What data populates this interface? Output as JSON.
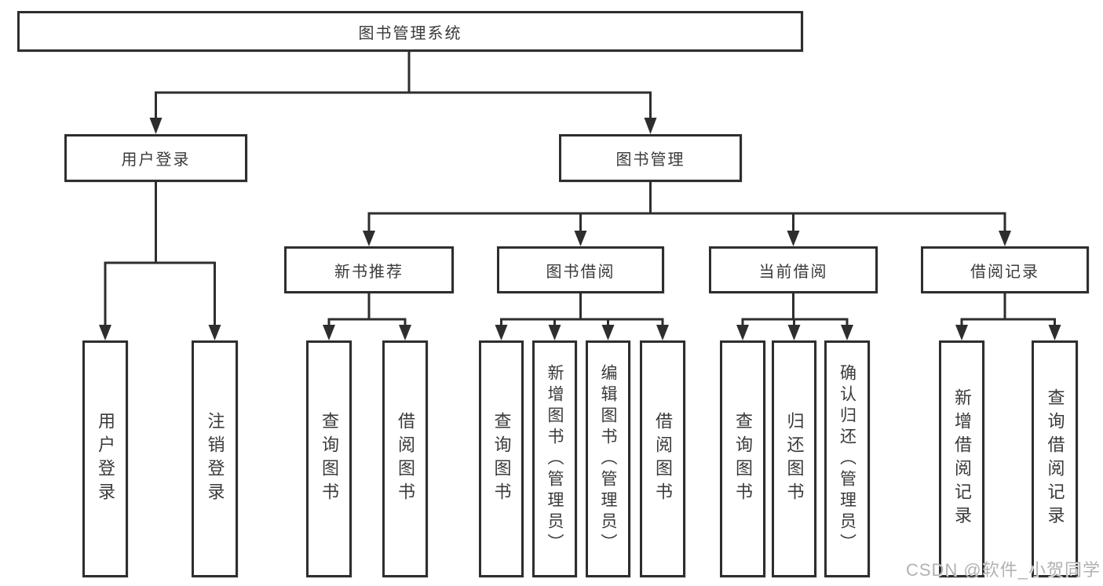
{
  "diagram": {
    "root": {
      "label": "图书管理系统"
    },
    "branches": {
      "user_login": {
        "label": "用户登录",
        "children": [
          {
            "label": "用户登录"
          },
          {
            "label": "注销登录"
          }
        ]
      },
      "book_management": {
        "label": "图书管理",
        "children": [
          {
            "label": "新书推荐",
            "children": [
              {
                "label": "查询图书"
              },
              {
                "label": "借阅图书"
              }
            ]
          },
          {
            "label": "图书借阅",
            "children": [
              {
                "label": "查询图书"
              },
              {
                "label": "新增图书（管理员）"
              },
              {
                "label": "编辑图书（管理员）"
              },
              {
                "label": "借阅图书"
              }
            ]
          },
          {
            "label": "当前借阅",
            "children": [
              {
                "label": "查询图书"
              },
              {
                "label": "归还图书"
              },
              {
                "label": "确认归还（管理员）"
              }
            ]
          },
          {
            "label": "借阅记录",
            "children": [
              {
                "label": "新增借阅记录"
              },
              {
                "label": "查询借阅记录"
              }
            ]
          }
        ]
      }
    }
  },
  "watermark": {
    "text": "CSDN @软件_小贺同学"
  },
  "colors": {
    "line": "#2e2e2e",
    "box_border": "#2e2e2e",
    "text": "#3a3a3a",
    "watermark": "#b2b2b4",
    "background": "#ffffff"
  }
}
